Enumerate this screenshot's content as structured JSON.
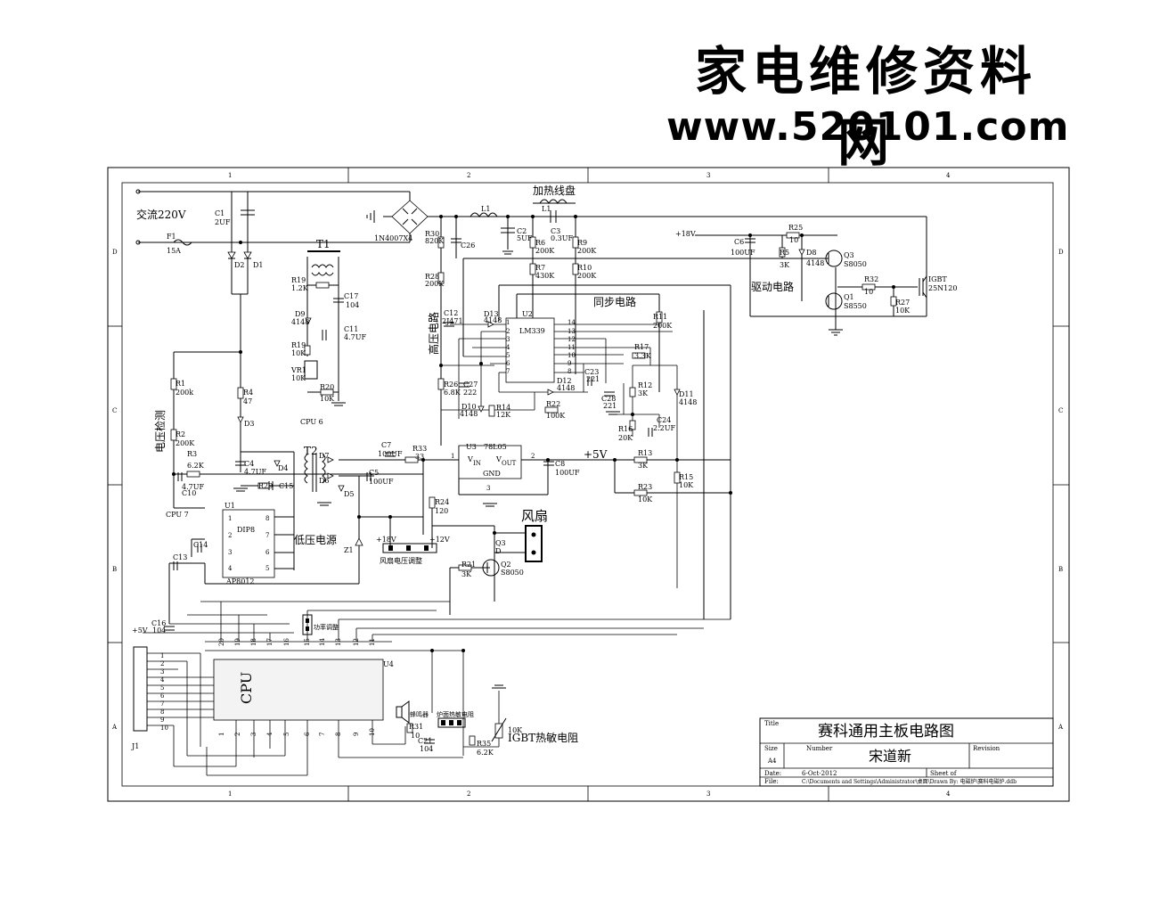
{
  "watermark": {
    "site_name_cn": "家电维修资料网",
    "site_url": "www.520101.com"
  },
  "frame": {
    "col_labels": [
      "1",
      "2",
      "3",
      "4"
    ],
    "row_labels": [
      "D",
      "C",
      "B",
      "A"
    ]
  },
  "labels": {
    "ac_input": "交流220V",
    "fuse": "F1",
    "fuse_value": "15A",
    "c1": "C1",
    "c1_value": "2UF",
    "d2": "D2",
    "d1": "D1",
    "t1": "T1",
    "bridge": "1N4007X4",
    "l1": "L1",
    "heating_coil": "加热线盘",
    "l1b": "L1",
    "r30": "R30",
    "r30_value": "820K",
    "c26": "C26",
    "c2": "C2",
    "c2_value": "5UF",
    "c3": "C3",
    "c3_value": "0.3UF",
    "r6": "R6",
    "r6_value": "200K",
    "r9": "R9",
    "r9_value": "200K",
    "r7": "R7",
    "r7_value": "430K",
    "r10": "R10",
    "r10_value": "200K",
    "r28": "R28",
    "r28_value": "200K",
    "high_voltage": "高压电路",
    "sync_circuit": "同步电路",
    "plus18v_top": "+18V",
    "c6": "C6",
    "c6_value": "100UF",
    "r25": "R25",
    "r25_value": "10",
    "r5": "R5",
    "r5_value": "3K",
    "d8": "D8",
    "d8_value": "4148",
    "q3": "Q3",
    "q3_value": "S8050",
    "q1": "Q1",
    "q1_value": "S8550",
    "r32": "R32",
    "r32_value": "10",
    "r27": "R27",
    "r27_value": "10K",
    "igbt": "IGBT",
    "igbt_value": "25N120",
    "drive_circuit": "驱动电路",
    "r19a": "R19",
    "r19a_value": "1.2K",
    "c17": "C17",
    "c17_value": "104",
    "d9": "D9",
    "d9_value": "4148",
    "c11": "C11",
    "c11_value": "4.7UF",
    "r19b": "R19",
    "r19b_value": "10K",
    "vr1": "VR1",
    "vr1_value": "10K",
    "r20": "R20",
    "r20_value": "10K",
    "cpu6": "CPU 6",
    "c12": "C12",
    "c12_value": "2J471",
    "d13": "D13",
    "d13_value": "4148",
    "u2": "U2",
    "u2_value": "LM339",
    "u2_pins_left": [
      "1",
      "2",
      "3",
      "4",
      "5",
      "6",
      "7"
    ],
    "u2_pins_right": [
      "14",
      "13",
      "12",
      "11",
      "10",
      "9",
      "8"
    ],
    "r11": "R11",
    "r11_value": "200K",
    "r17": "R17",
    "r17_value": "3.3K",
    "c23": "C23",
    "c23_value": "221",
    "d12": "D12",
    "d12_value": "4148",
    "c28": "C28",
    "c28_value": "221",
    "r12": "R12",
    "r12_value": "3K",
    "d11": "D11",
    "d11_value": "4148",
    "r22": "R22",
    "r22_value": "100K",
    "c24": "C24",
    "c24_value": "2.2UF",
    "r16": "R16",
    "r16_value": "20K",
    "r26": "R26",
    "r26_value": "6.8K",
    "c27": "C27",
    "c27_value": "222",
    "d10": "D10",
    "d10_value": "4148",
    "r14": "R14",
    "r14_value": "12K",
    "r1": "R1",
    "r1_value": "200k",
    "r4": "R4",
    "r4_value": "47",
    "d3": "D3",
    "voltage_detect": "电压检测",
    "r2": "R2",
    "r2_value": "200K",
    "r3": "R3",
    "r3_value": "6.2K",
    "c10_value": "4.7UF",
    "c10": "C10",
    "cpu7": "CPU 7",
    "c4": "C4",
    "c4_value": "4.7UF",
    "d4": "D4",
    "r29": "R29",
    "c15": "C15",
    "t2": "T2",
    "d7": "D7",
    "d6": "D6",
    "d5": "D5",
    "c7": "C7",
    "c7_value": "100UF",
    "r33": "R33",
    "r33_value": "33",
    "c5": "C5",
    "c5_value": "100UF",
    "u3": "U3",
    "u3_value": "78L05",
    "vin": "V",
    "vin_sub": "IN",
    "vout": "V",
    "vout_sub": "OUT",
    "gnd": "GND",
    "u3_pin1": "1",
    "u3_pin2": "2",
    "u3_pin3": "3",
    "c8": "C8",
    "c8_value": "100UF",
    "plus5v": "+5V",
    "r13": "R13",
    "r13_value": "3K",
    "r15": "R15",
    "r15_value": "10K",
    "r23": "R23",
    "r23_value": "10K",
    "r24": "R24",
    "r24_value": "120",
    "u1": "U1",
    "u1_value": "DIP8",
    "u1_part": "AP8012",
    "u1_pins_left": [
      "1",
      "2",
      "3",
      "4"
    ],
    "u1_pins_right": [
      "8",
      "7",
      "6",
      "5"
    ],
    "low_voltage": "低压电源",
    "z1": "Z1",
    "c14": "C14",
    "c13": "C13",
    "plus18v_fan": "+18V",
    "plus12v": "+12V",
    "fan_voltage_adjust": "风扇电压调整",
    "fan": "风扇",
    "q3b": "Q3",
    "d_fan": "D",
    "r21": "R21",
    "r21_value": "3K",
    "q2": "Q2",
    "q2_value": "S8050",
    "c16": "C16",
    "c16_value": "104",
    "plus5v_left": "+5V",
    "j1": "J1",
    "j1_pins": [
      "1",
      "2",
      "3",
      "4",
      "5",
      "6",
      "7",
      "8",
      "9",
      "10"
    ],
    "power_adjust": "功率调整",
    "cpu": "CPU",
    "u4": "U4",
    "cpu_pins_top": [
      "20",
      "19",
      "18",
      "17",
      "16",
      "15",
      "14",
      "13",
      "12",
      "11"
    ],
    "cpu_pins_bottom": [
      "1",
      "2",
      "3",
      "4",
      "5",
      "6",
      "7",
      "8",
      "9",
      "10"
    ],
    "buzzer": "蜂鸣器",
    "surface_thermistor": "炉面热敏电阻",
    "r31": "R31",
    "r31_value": "10",
    "c21": "C21",
    "c21_value": "104",
    "r35": "R35",
    "r35_value": "6.2K",
    "thermistor_value": "10K",
    "igbt_thermistor": "IGBT热敏电阻"
  },
  "title_block": {
    "title_label": "Title",
    "title": "赛科通用主板电路图",
    "size_label": "Size",
    "size": "A4",
    "number_label": "Number",
    "number": "宋道新",
    "revision_label": "Revision",
    "date_label": "Date:",
    "date": "6-Oct-2012",
    "sheet_label": "Sheet    of",
    "file_label": "File:",
    "file": "C:\\Documents and Settings\\Administrator\\桌面\\Drawn By: 电磁炉\\赛科电磁炉.ddb"
  }
}
